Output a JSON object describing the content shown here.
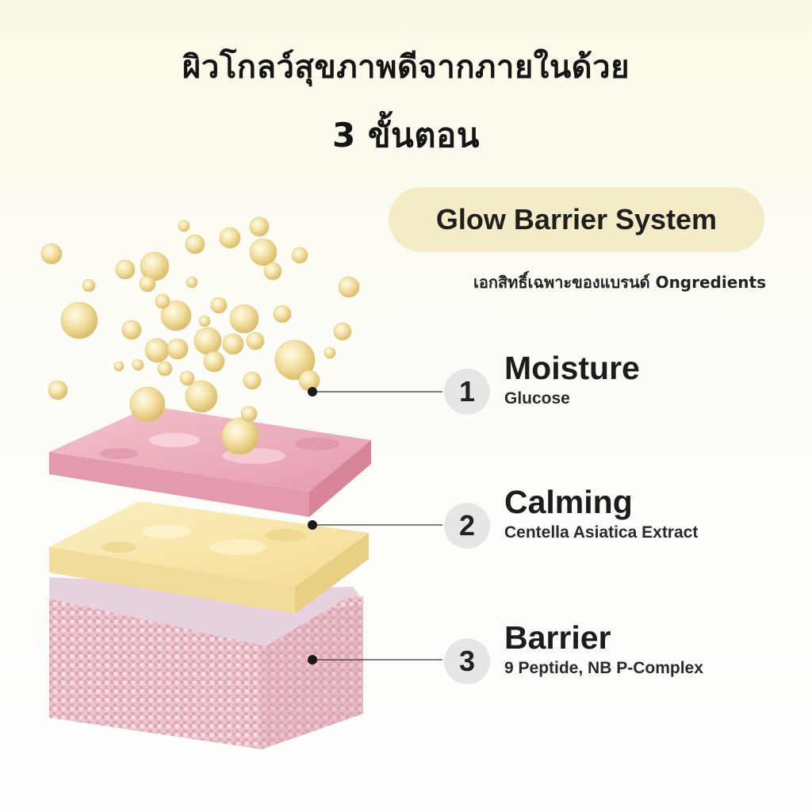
{
  "headline": {
    "line1": "ผิวโกลว์สุขภาพดีจากภายในด้วย",
    "line2": "3 ขั้นตอน"
  },
  "system": {
    "label": "Glow Barrier System",
    "caption": "เอกสิทธิ์เฉพาะของแบรนด์ Ongredients"
  },
  "steps": [
    {
      "number": "1",
      "title": "Moisture",
      "ingredient": "Glucose"
    },
    {
      "number": "2",
      "title": "Calming",
      "ingredient": "Centella Asiatica Extract"
    },
    {
      "number": "3",
      "title": "Barrier",
      "ingredient": "9 Peptide, NB P-Complex"
    }
  ],
  "colors": {
    "pill": "#f3ecc6",
    "moisture_layer": "#e9a6b5",
    "calming_layer": "#f7e6a9",
    "barrier_layer": "#e8c0c8",
    "bubbles": "#ecd588"
  }
}
